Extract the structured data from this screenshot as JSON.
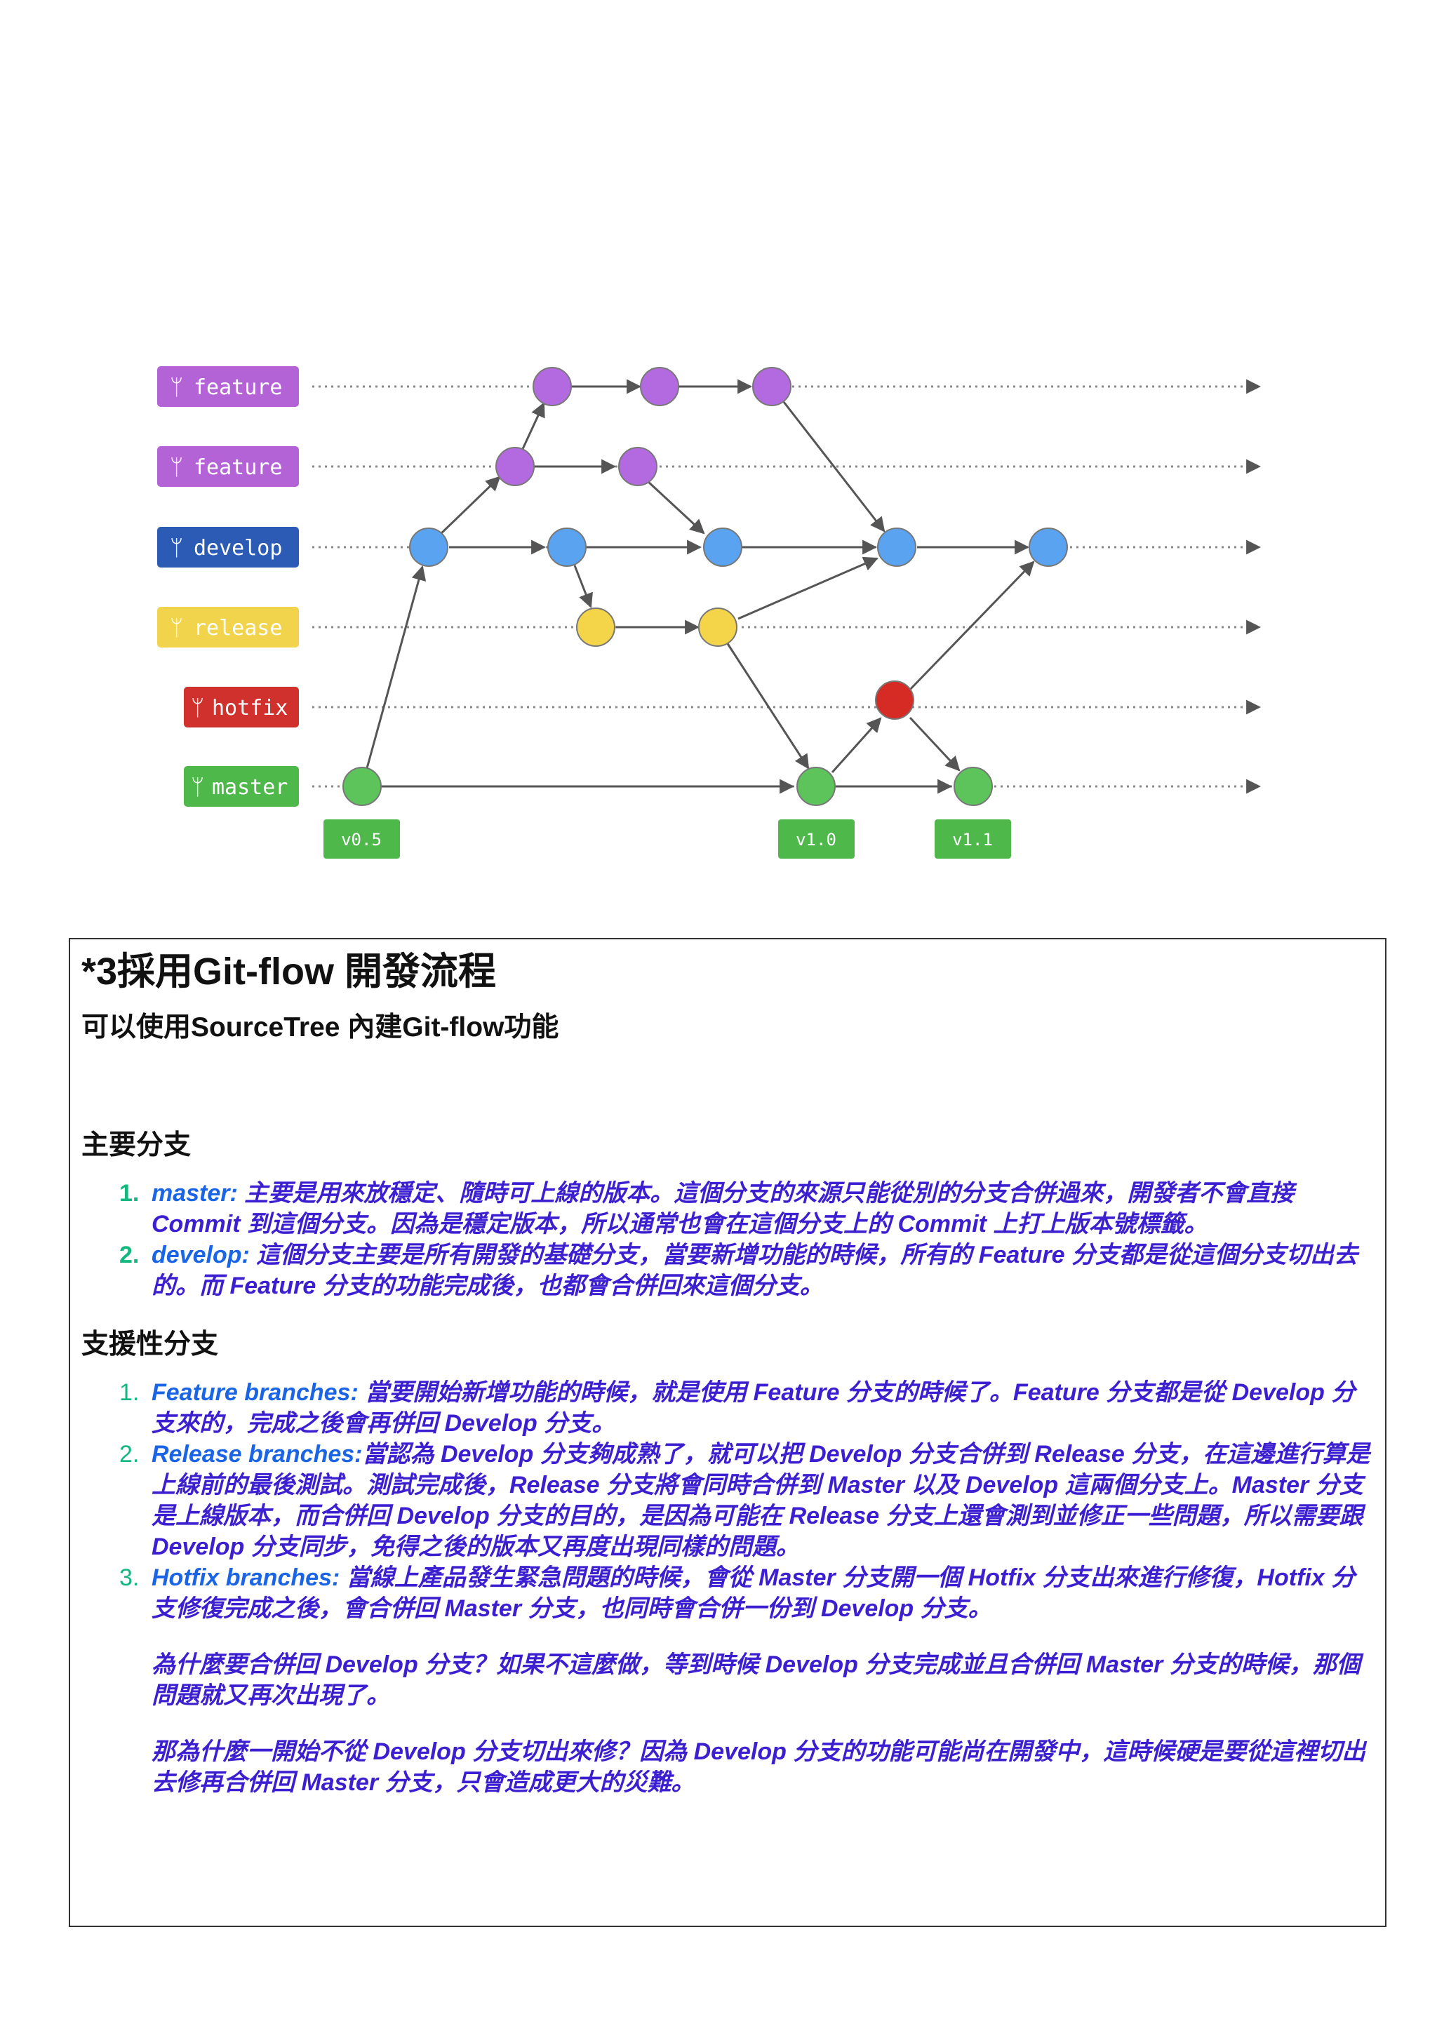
{
  "diagram": {
    "branches": [
      {
        "name": "feature",
        "color": "#b463d6"
      },
      {
        "name": "feature",
        "color": "#b463d6"
      },
      {
        "name": "develop",
        "color": "#2b5bb5"
      },
      {
        "name": "release",
        "color": "#f1d44b"
      },
      {
        "name": "hotfix",
        "color": "#d0312d"
      },
      {
        "name": "master",
        "color": "#4fb84a"
      }
    ],
    "node_colors": {
      "feature": "#b36ae0",
      "develop": "#5aa3f0",
      "release": "#f4d54a",
      "hotfix": "#d62b24",
      "master": "#5cc45a"
    },
    "tags": [
      "v0.5",
      "v1.0",
      "v1.1"
    ],
    "icon": "branch-icon"
  },
  "note": {
    "title": "*3採用Git-flow 開發流程",
    "subtitle": "可以使用SourceTree 內建Git-flow功能",
    "main_heading": "主要分支",
    "main_items": [
      {
        "num": "1.",
        "term": "master:",
        "text": " 主要是用來放穩定、隨時可上線的版本。這個分支的來源只能從別的分支合併過來，開發者不會直接 Commit 到這個分支。因為是穩定版本，所以通常也會在這個分支上的 Commit 上打上版本號標籤。"
      },
      {
        "num": "2.",
        "term": "develop:",
        "text": " 這個分支主要是所有開發的基礎分支，當要新增功能的時候，所有的 Feature 分支都是從這個分支切出去的。而 Feature 分支的功能完成後，也都會合併回來這個分支。"
      }
    ],
    "support_heading": "支援性分支",
    "support_items": [
      {
        "num": "1.",
        "term": "Feature branches:",
        "text": " 當要開始新增功能的時候，就是使用 Feature 分支的時候了。Feature 分支都是從 Develop 分支來的，完成之後會再併回 Develop 分支。"
      },
      {
        "num": "2.",
        "term": "Release branches:",
        "text": "當認為 Develop 分支夠成熟了，就可以把 Develop 分支合併到 Release 分支，在這邊進行算是上線前的最後測試。測試完成後，Release 分支將會同時合併到 Master 以及 Develop 這兩個分支上。Master 分支是上線版本，而合併回 Develop 分支的目的，是因為可能在 Release 分支上還會測到並修正一些問題，所以需要跟 Develop 分支同步，免得之後的版本又再度出現同樣的問題。"
      },
      {
        "num": "3.",
        "term": "Hotfix branches:",
        "text": " 當線上產品發生緊急問題的時候，會從 Master 分支開一個 Hotfix 分支出來進行修復，Hotfix 分支修復完成之後，會合併回 Master 分支，也同時會合併一份到 Develop 分支。"
      }
    ],
    "paragraph_1": "為什麼要合併回 Develop 分支？如果不這麼做，等到時候 Develop 分支完成並且合併回 Master 分支的時候，那個問題就又再次出現了。",
    "paragraph_2": "那為什麼一開始不從 Develop 分支切出來修？因為 Develop 分支的功能可能尚在開發中，這時候硬是要從這裡切出去修再合併回 Master 分支，只會造成更大的災難。"
  }
}
